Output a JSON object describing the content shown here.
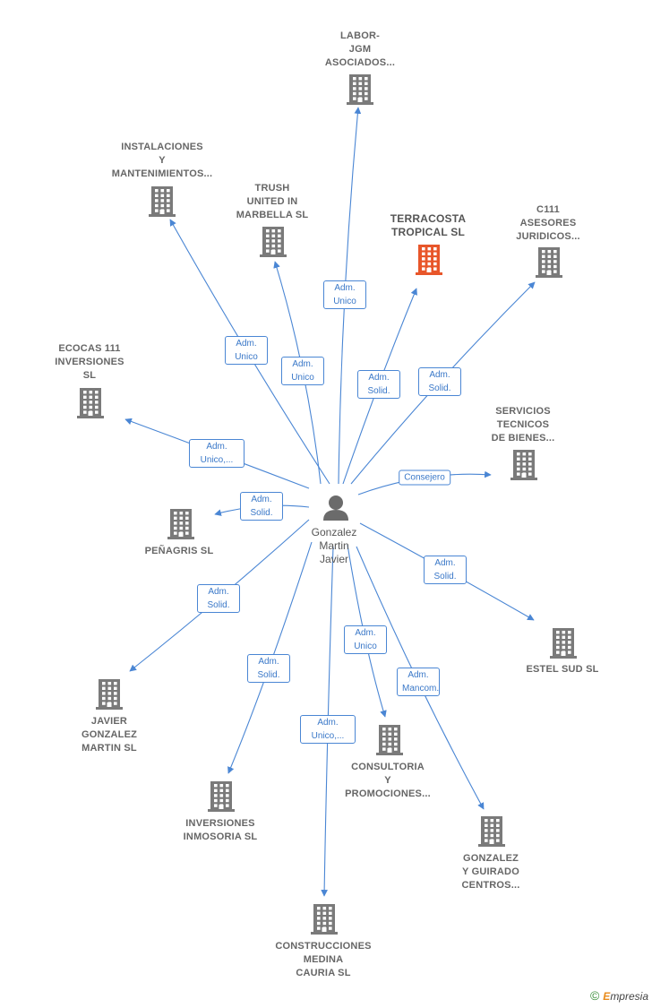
{
  "center": {
    "name_lines": [
      "Gonzalez",
      "Martin",
      "Javier"
    ]
  },
  "colors": {
    "edge": "#4a86d4",
    "building": "#7a7a7a",
    "highlight": "#e8562a"
  },
  "nodes": [
    {
      "id": "labor",
      "lines": [
        "LABOR-",
        "JGM",
        "ASOCIADOS..."
      ],
      "role": "Adm. Unico"
    },
    {
      "id": "instalaciones",
      "lines": [
        "INSTALACIONES",
        "Y",
        "MANTENIMIENTOS..."
      ],
      "role": "Adm. Unico"
    },
    {
      "id": "trush",
      "lines": [
        "TRUSH",
        "UNITED IN",
        "MARBELLA  SL"
      ],
      "role": "Adm. Unico"
    },
    {
      "id": "terracosta",
      "lines": [
        "TERRACOSTA",
        "TROPICAL  SL"
      ],
      "role": "Adm. Solid.",
      "highlight": true
    },
    {
      "id": "c111",
      "lines": [
        "C111",
        "ASESORES",
        "JURIDICOS..."
      ],
      "role": "Adm. Solid."
    },
    {
      "id": "ecocas",
      "lines": [
        "ECOCAS 111",
        "INVERSIONES",
        "SL"
      ],
      "role": "Adm. Unico,..."
    },
    {
      "id": "servicios",
      "lines": [
        "SERVICIOS",
        "TECNICOS",
        "DE BIENES..."
      ],
      "role": "Consejero"
    },
    {
      "id": "penagris",
      "lines": [
        "PEÑAGRIS  SL"
      ],
      "role": "Adm. Solid."
    },
    {
      "id": "estel",
      "lines": [
        "ESTEL SUD  SL"
      ],
      "role": "Adm. Solid."
    },
    {
      "id": "javier",
      "lines": [
        "JAVIER",
        "GONZALEZ",
        "MARTIN  SL"
      ],
      "role": "Adm. Solid."
    },
    {
      "id": "inmosoria",
      "lines": [
        "INVERSIONES",
        "INMOSORIA  SL"
      ],
      "role": "Adm. Solid."
    },
    {
      "id": "consultoria",
      "lines": [
        "CONSULTORIA",
        "Y",
        "PROMOCIONES..."
      ],
      "role": "Adm. Unico"
    },
    {
      "id": "guirado",
      "lines": [
        "GONZALEZ",
        "Y GUIRADO",
        "CENTROS..."
      ],
      "role": "Adm. Mancom."
    },
    {
      "id": "construcciones",
      "lines": [
        "CONSTRUCCIONES",
        "MEDINA",
        "CAURIA SL"
      ],
      "role": "Adm. Unico,..."
    }
  ],
  "footer": {
    "symbol": "©",
    "brand_first": "E",
    "brand_rest": "mpresia"
  }
}
